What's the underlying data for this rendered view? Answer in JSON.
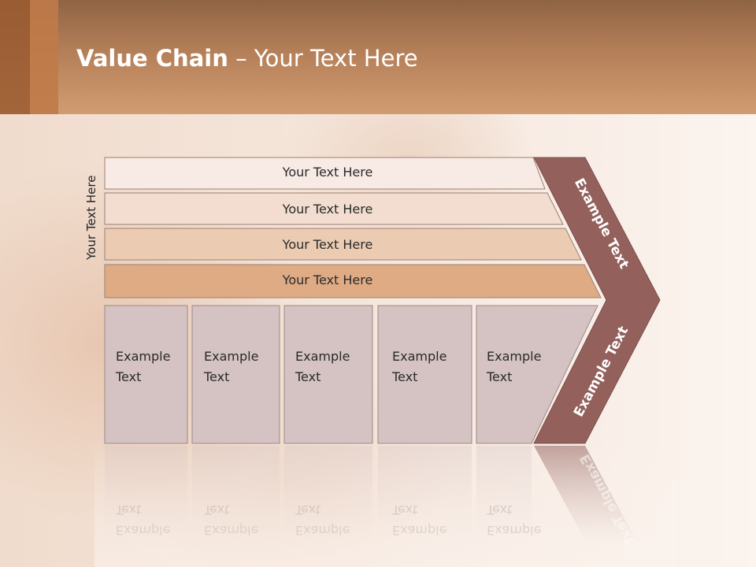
{
  "title": {
    "bold": "Value Chain",
    "rest": " – Your Text Here"
  },
  "side_label": "Your Text Here",
  "bands": [
    {
      "label": "Your Text Here",
      "fill": "#f8ebe5"
    },
    {
      "label": "Your Text Here",
      "fill": "#f2ddd0"
    },
    {
      "label": "Your Text Here",
      "fill": "#ebccb3"
    },
    {
      "label": "Your Text Here",
      "fill": "#dfab85"
    }
  ],
  "boxes": [
    {
      "line1": "Example",
      "line2": "Text"
    },
    {
      "line1": "Example",
      "line2": "Text"
    },
    {
      "line1": "Example",
      "line2": "Text"
    },
    {
      "line1": "Example",
      "line2": "Text"
    },
    {
      "line1": "Example",
      "line2": "Text"
    }
  ],
  "arrow": {
    "upper": "Example Text",
    "lower": "Example Text"
  },
  "colors": {
    "box": "#d5c2c2",
    "arrow": "#93605c",
    "header": "#b47f58"
  }
}
